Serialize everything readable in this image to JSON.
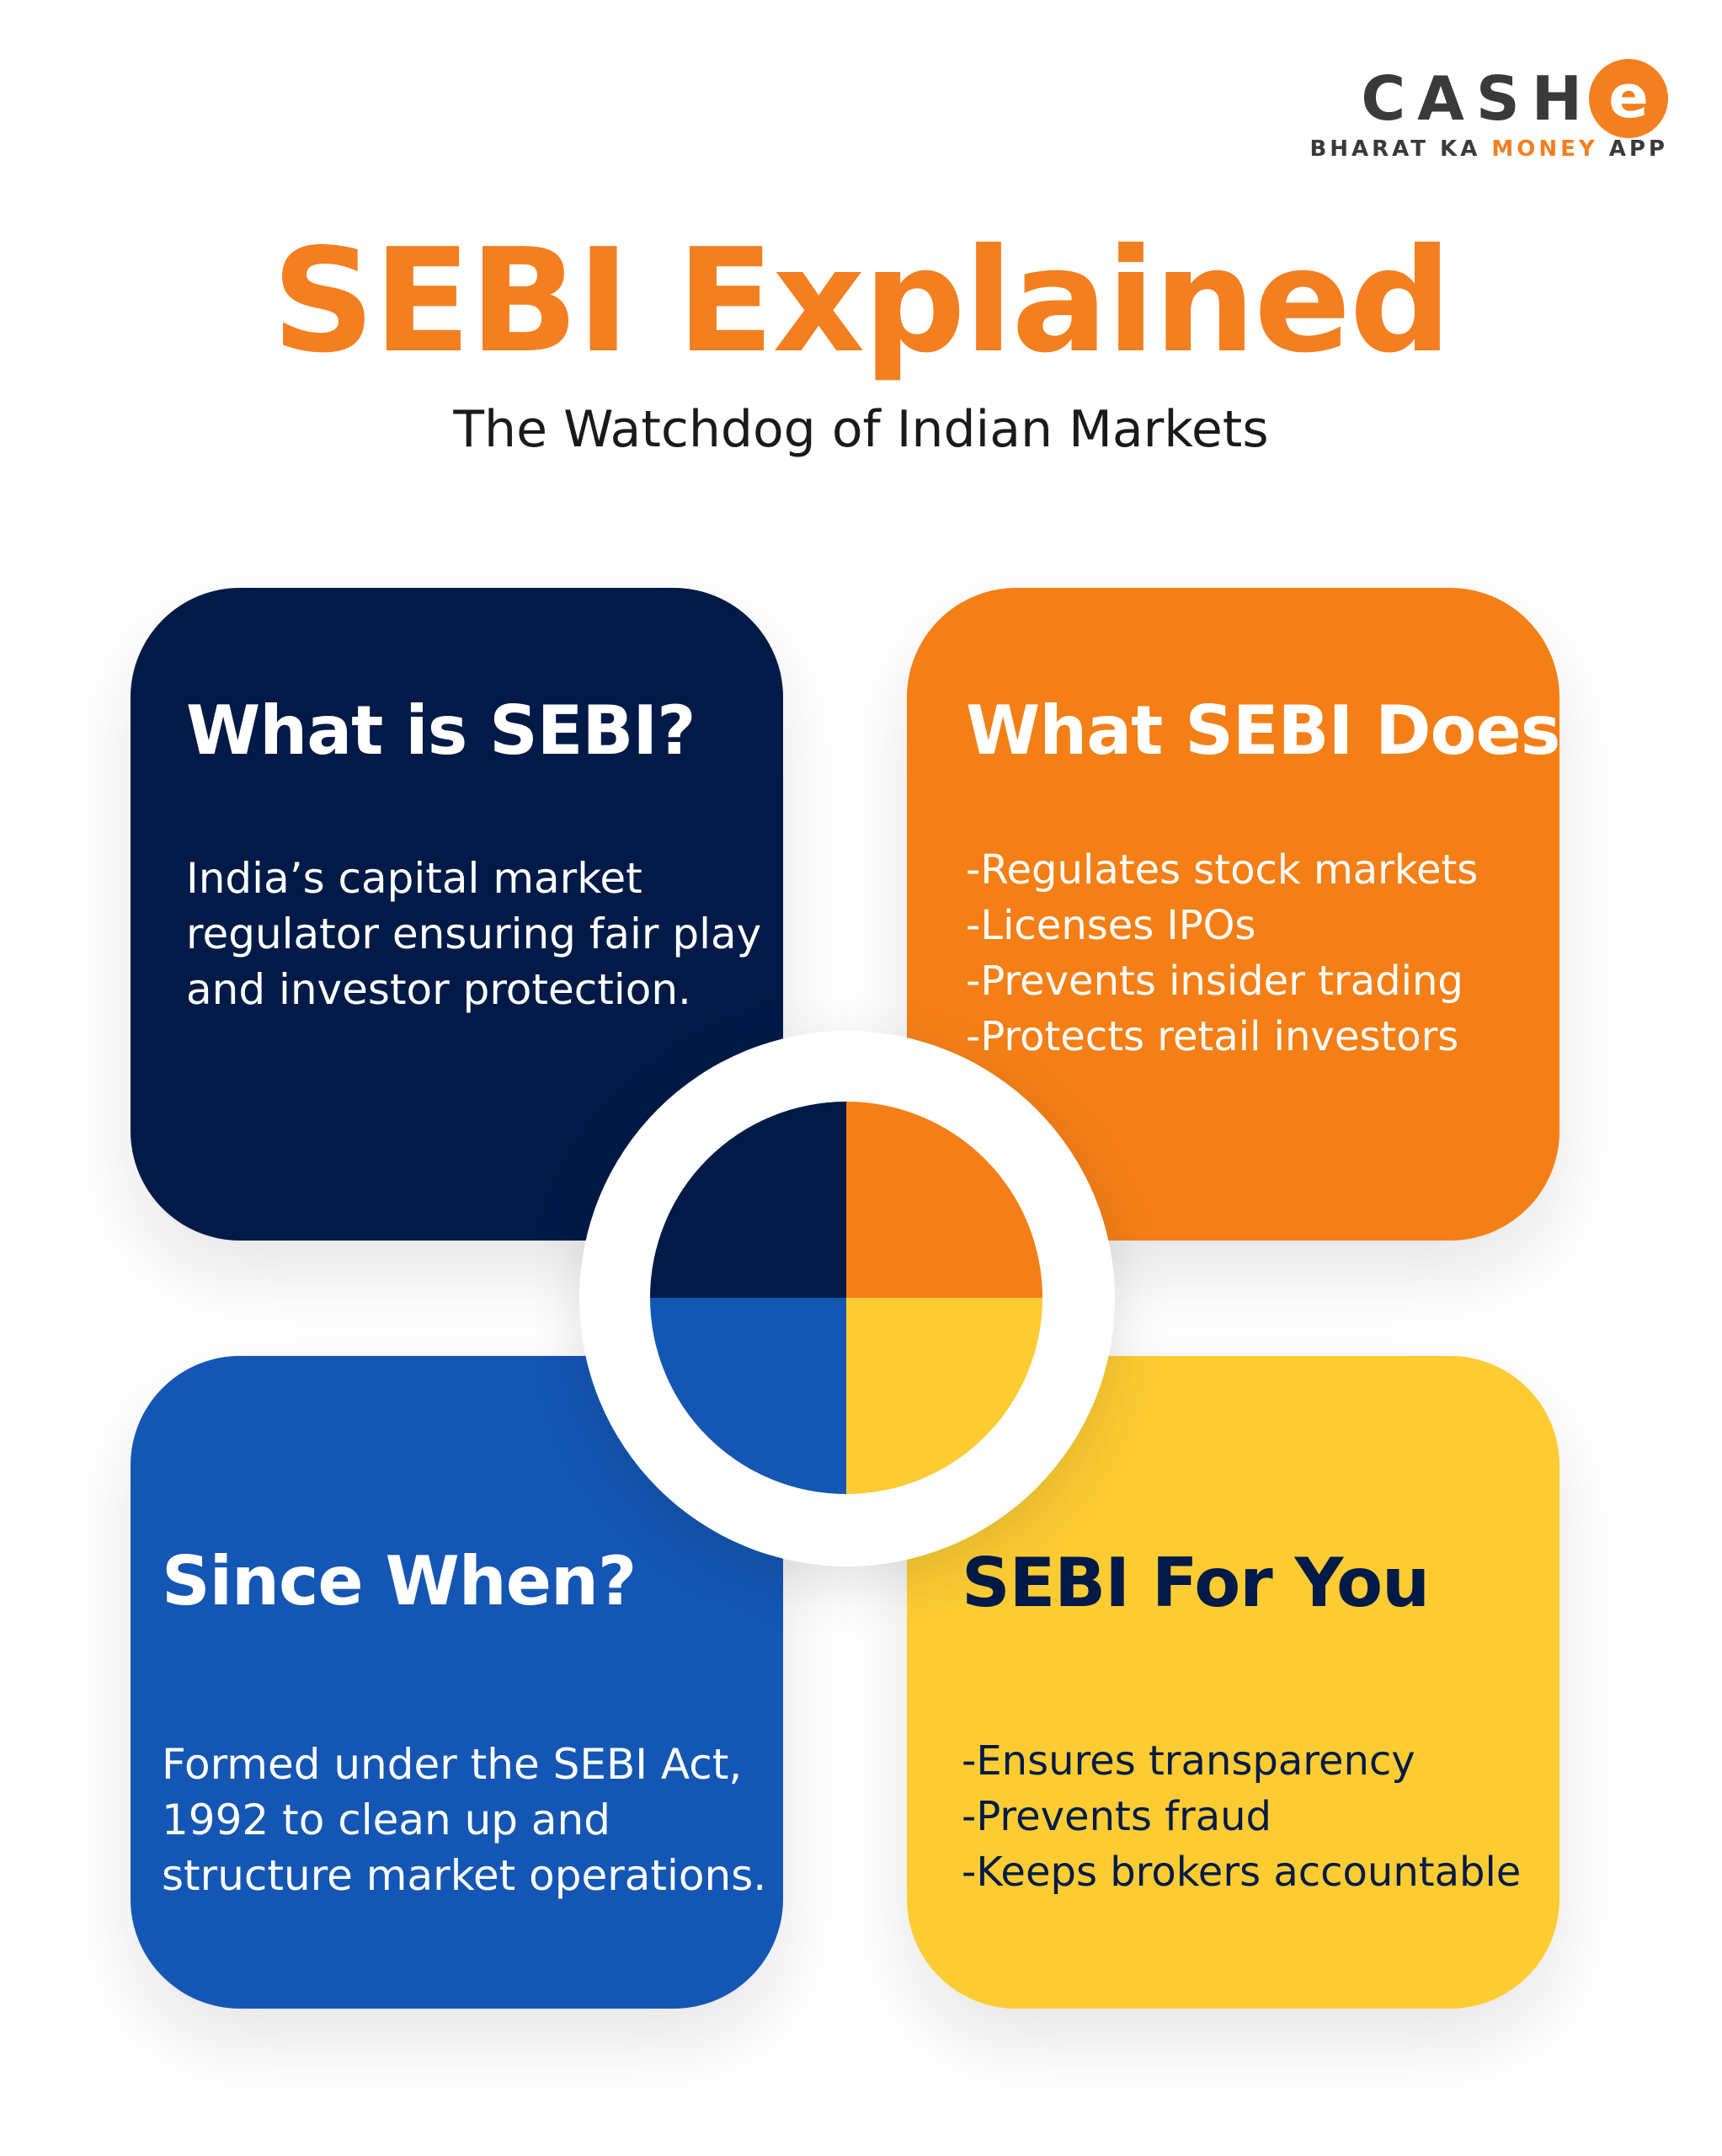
{
  "logo": {
    "word": "CASH",
    "e_letter": "e",
    "tag_pre": "BHARAT KA ",
    "tag_highlight": "MONEY",
    "tag_post": " APP"
  },
  "title": "SEBI Explained",
  "subtitle": "The Watchdog of Indian Markets",
  "cards": {
    "what_is": {
      "title": "What is SEBI?",
      "body": "India’s capital market regulator ensuring fair play and investor protection."
    },
    "what_does": {
      "title": "What SEBI Does",
      "items": [
        "-Regulates stock markets",
        "-Licenses IPOs",
        "-Prevents insider trading",
        "-Protects retail investors"
      ]
    },
    "since_when": {
      "title": "Since When?",
      "body": "Formed under the SEBI Act, 1992 to clean up and structure market operations."
    },
    "for_you": {
      "title": "SEBI For You",
      "items": [
        "-Ensures transparency",
        "-Prevents fraud",
        "-Keeps brokers accountable"
      ]
    }
  },
  "colors": {
    "brand_orange": "#f47f20",
    "navy": "#011a47",
    "orange": "#f47f17",
    "blue": "#1456b4",
    "yellow": "#fdcc33"
  },
  "center_emblem": {
    "quadrants": [
      "navy",
      "orange",
      "blue",
      "yellow"
    ]
  }
}
